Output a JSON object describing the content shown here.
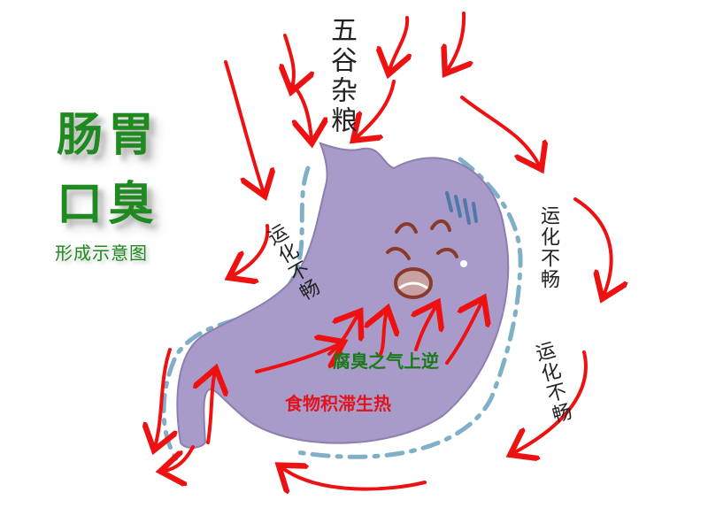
{
  "title": {
    "col_right": "胃臭",
    "col_left": "肠口",
    "chars": [
      "肠",
      "胃",
      "口",
      "臭"
    ]
  },
  "subtitle": "形成示意图",
  "top_label": "五谷杂粮",
  "side_labels": {
    "left": "运化不畅",
    "right_upper": "运化不畅",
    "right_lower": "运化不畅"
  },
  "inner_labels": {
    "reflux": "腐臭之气上逆",
    "stagnation": "食物积滞生热"
  },
  "colors": {
    "title_green": "#1f8a1f",
    "arrow_red": "#ee1111",
    "stomach_purple": "#a99bc9",
    "dash_blue": "#7fb0c8",
    "face_brown": "#8a3a2a"
  }
}
